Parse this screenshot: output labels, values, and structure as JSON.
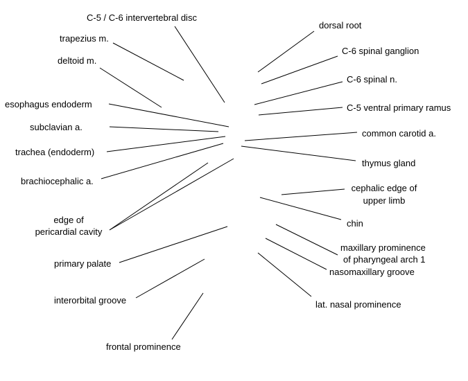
{
  "labels": {
    "c5_c6_disc": "C-5 / C-6 intervertebral disc",
    "trapezius": "trapezius m.",
    "deltoid": "deltoid m.",
    "esophagus": "esophagus endoderm",
    "subclavian": "subclavian a.",
    "trachea": "trachea (endoderm)",
    "brachiocephalic": "brachiocephalic a.",
    "pericardial_1": "edge of",
    "pericardial_2": "pericardial cavity",
    "primary_palate": "primary palate",
    "interorbital": "interorbital groove",
    "frontal": "frontal prominence",
    "dorsal_root": "dorsal root",
    "c6_ganglion": "C-6 spinal ganglion",
    "c6_nerve": "C-6 spinal n.",
    "c5_ramus": "C-5 ventral primary ramus",
    "common_carotid": "common carotid a.",
    "thymus": "thymus gland",
    "cephalic_1": "cephalic edge of",
    "cephalic_2": "upper limb",
    "chin": "chin",
    "maxillary_1": "maxillary prominence",
    "maxillary_2": "of pharyngeal arch 1",
    "nasomaxillary": "nasomaxillary groove",
    "nasal": "lat. nasal prominence"
  },
  "colors": {
    "text": "#000000",
    "line": "#000000",
    "background": "#ffffff"
  }
}
